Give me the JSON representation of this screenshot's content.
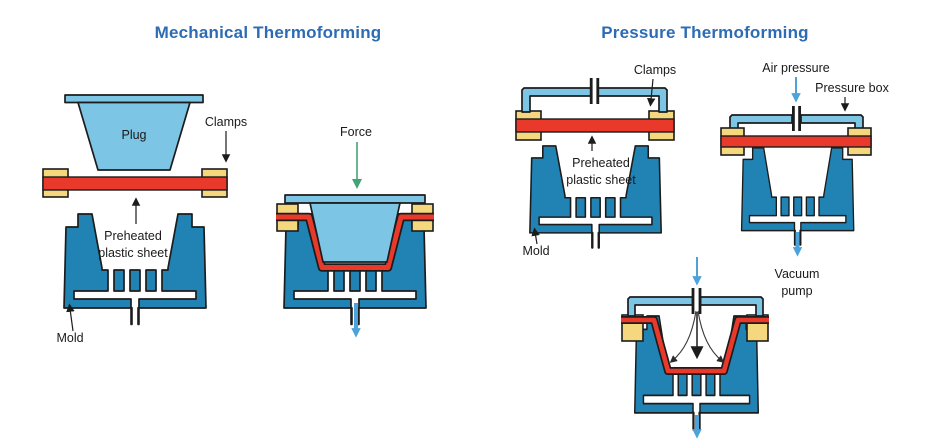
{
  "left_panel": {
    "title": "Mechanical Thermoforming",
    "step1": {
      "plug_label": "Plug",
      "clamps_label": "Clamps",
      "sheet_label_line1": "Preheated",
      "sheet_label_line2": "plastic sheet",
      "mold_label": "Mold"
    },
    "step2": {
      "force_label": "Force"
    }
  },
  "right_panel": {
    "title": "Pressure Thermoforming",
    "step1": {
      "clamps_label": "Clamps",
      "sheet_label_line1": "Preheated",
      "sheet_label_line2": "plastic sheet",
      "mold_label": "Mold"
    },
    "step2": {
      "air_pressure_label": "Air pressure",
      "pressure_box_label": "Pressure box",
      "vacuum_label_line1": "Vacuum",
      "vacuum_label_line2": "pump"
    }
  },
  "colors": {
    "title_blue": "#2D6CB4",
    "mold_teal": "#2083B4",
    "plug_blue": "#7CC5E4",
    "sheet_red": "#E8392B",
    "clamp_yellow": "#F5D77E",
    "outline": "#1C1C1C",
    "force_green": "#43A377",
    "flow_blue": "#4BA3D9",
    "label_text": "#1A1A1A"
  }
}
